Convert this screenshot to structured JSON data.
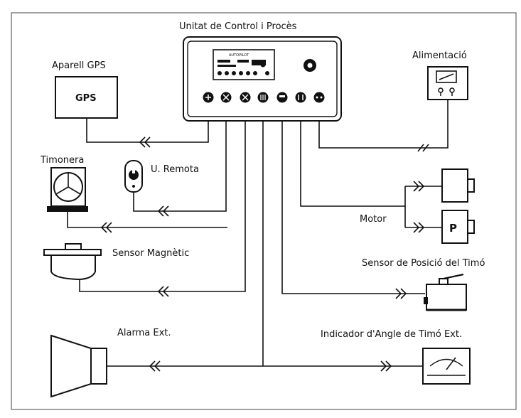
{
  "labels": {
    "control_unit": "Unitat de Control i Procès",
    "gps_device": "Aparell GPS",
    "gps_text": "GPS",
    "power": "Alimentació",
    "helm": "Timonera",
    "remote": "U. Remota",
    "motor": "Motor",
    "motor_p": "P",
    "magnetic_sensor": "Sensor Magnètic",
    "rudder_sensor": "Sensor de Posició del Timó",
    "alarm": "Alarma Ext.",
    "rudder_indicator": "Indicador d'Angle de Timó Ext.",
    "brand": "AUTOPILOT"
  }
}
